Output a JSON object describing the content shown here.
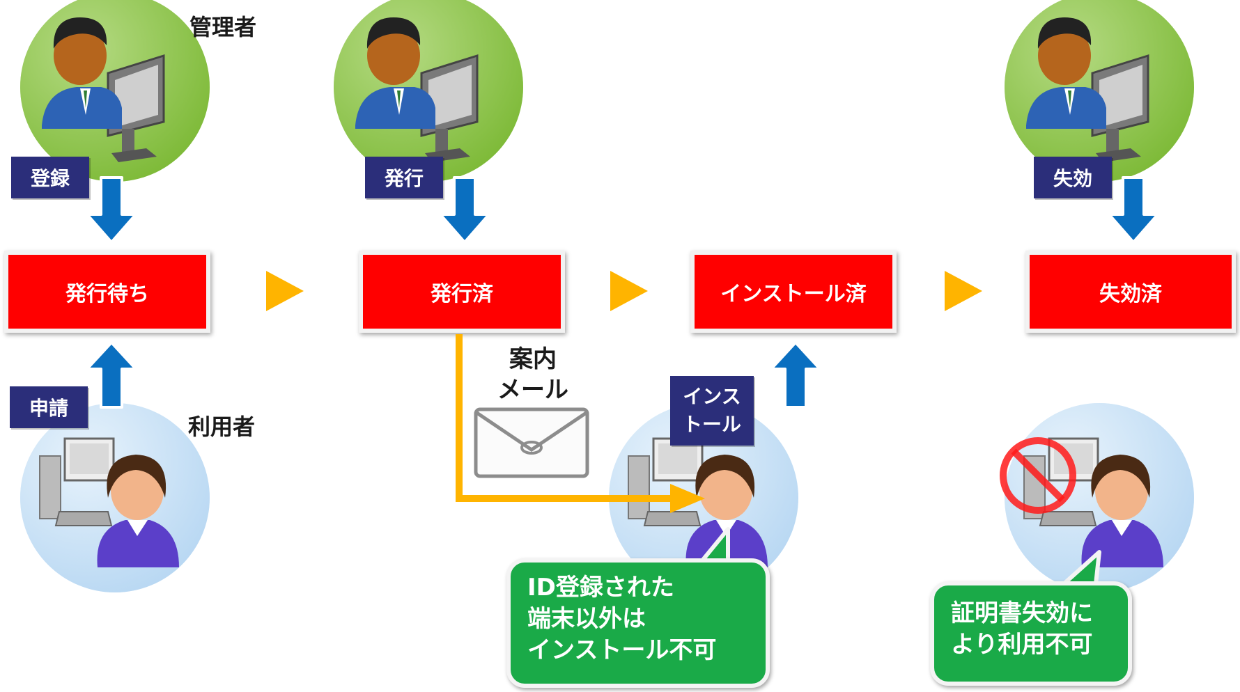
{
  "roles": {
    "admin": "管理者",
    "user": "利用者"
  },
  "actions": {
    "register": "登録",
    "apply": "申請",
    "issue": "発行",
    "revoke": "失効",
    "install": [
      "インス",
      "トール"
    ]
  },
  "states": [
    "発行待ち",
    "発行済",
    "インストール済",
    "失効済"
  ],
  "mail_label": [
    "案内",
    "メール"
  ],
  "bubbles": {
    "install_restriction": [
      "ID登録された",
      "端末以外は",
      "インストール不可"
    ],
    "revoked": [
      "証明書失効に",
      "より利用不可"
    ]
  },
  "colors": {
    "state": "#ff0000",
    "tag": "#2b2e7a",
    "arrow_blue": "#0a6fc0",
    "arrow_yellow": "#ffb400",
    "bubble": "#1aaa48",
    "admin_circle": "#8cc63f",
    "user_circle": "#cfe6f8"
  }
}
